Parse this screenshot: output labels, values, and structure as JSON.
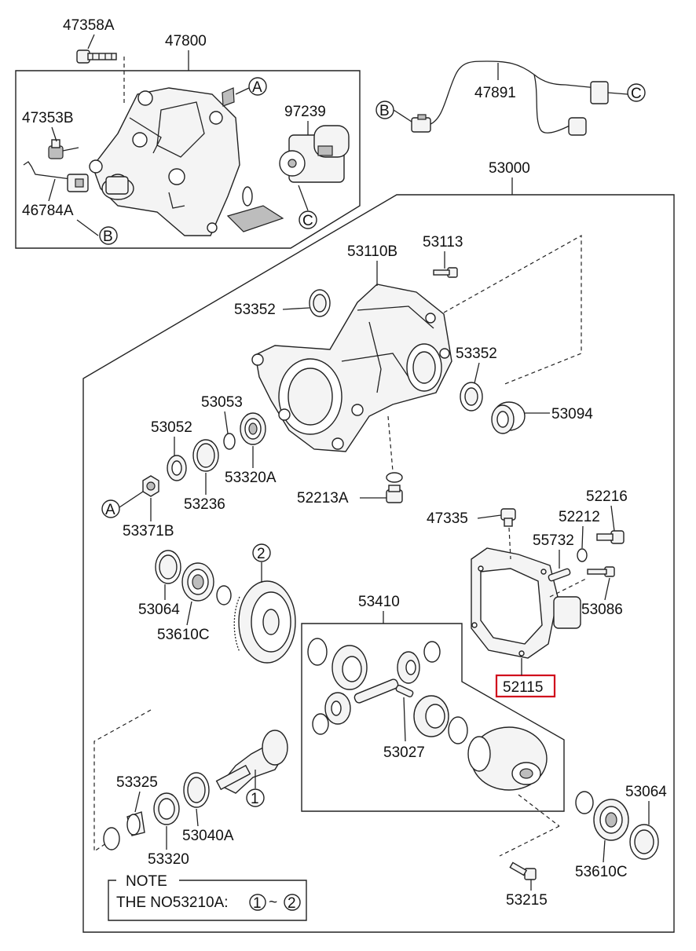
{
  "labels": {
    "p47358A": "47358A",
    "p47800": "47800",
    "p47353B": "47353B",
    "p97239": "97239",
    "p46784A": "46784A",
    "p47891": "47891",
    "p53000": "53000",
    "p53110B": "53110B",
    "p53113": "53113",
    "p53352a": "53352",
    "p53352b": "53352",
    "p53094": "53094",
    "p53053": "53053",
    "p53052": "53052",
    "p53320A": "53320A",
    "p53236": "53236",
    "p52213A": "52213A",
    "p53371B": "53371B",
    "p47335": "47335",
    "p52216": "52216",
    "p52212": "52212",
    "p55732": "55732",
    "p53086": "53086",
    "p53064a": "53064",
    "p53610Ca": "53610C",
    "p53410": "53410",
    "p52115": "52115",
    "p53027": "53027",
    "p53325": "53325",
    "p53040A": "53040A",
    "p53320": "53320",
    "p53064b": "53064",
    "p53610Cb": "53610C",
    "p53215": "53215"
  },
  "refs": {
    "A1": "A",
    "B1": "B",
    "C1": "C",
    "B2": "B",
    "C2": "C",
    "A2": "A",
    "n1": "1",
    "n2": "2"
  },
  "note": {
    "title": "NOTE",
    "text": "THE NO53210A:",
    "from": "1",
    "tilde": "~",
    "to": "2"
  },
  "highlight_color": "#d0021b"
}
